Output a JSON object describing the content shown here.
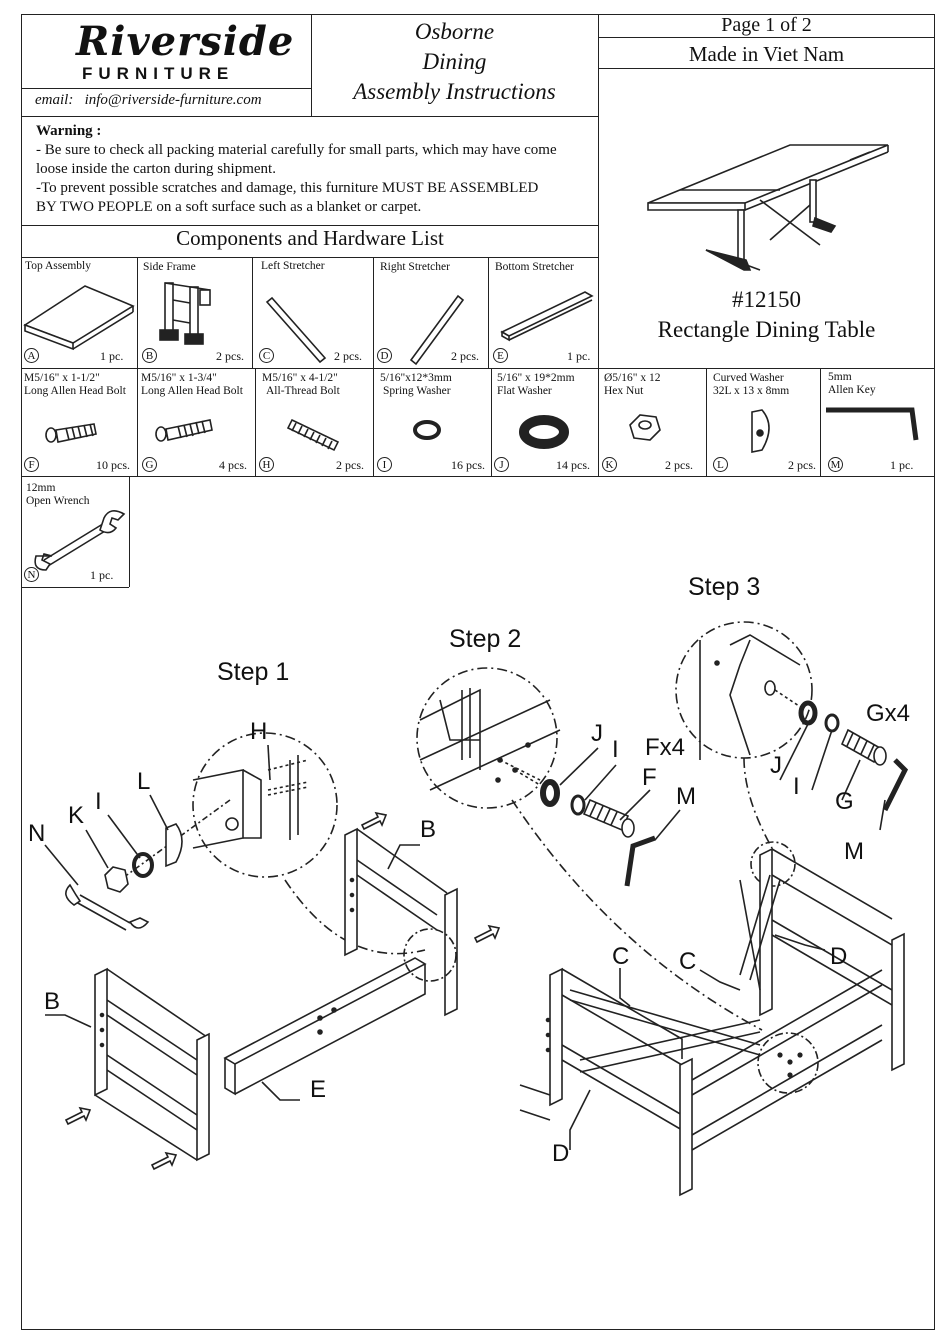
{
  "header": {
    "logo_main": "Riverside",
    "logo_sub": "FURNITURE",
    "email_label": "email:",
    "email": "info@riverside-furniture.com",
    "title_lines": [
      "Osborne",
      "Dining",
      "Assembly Instructions"
    ],
    "page": "Page 1 of 2",
    "made_in": "Made in Viet Nam"
  },
  "warning": {
    "heading": "Warning :",
    "lines": [
      "- Be sure to check all packing material carefully for small parts, which may have come",
      "loose inside the carton during shipment.",
      "-To prevent possible scratches and damage, this furniture MUST BE ASSEMBLED",
      "BY TWO PEOPLE on a soft surface such as a blanket or carpet."
    ]
  },
  "product": {
    "number": "#12150",
    "name": "Rectangle Dining Table"
  },
  "components_title": "Components and Hardware List",
  "components": [
    {
      "letter": "A",
      "name": "Top Assembly",
      "qty": "1 pc."
    },
    {
      "letter": "B",
      "name": "Side Frame",
      "qty": "2 pcs."
    },
    {
      "letter": "C",
      "name": "Left Stretcher",
      "qty": "2 pcs."
    },
    {
      "letter": "D",
      "name": "Right Stretcher",
      "qty": "2 pcs."
    },
    {
      "letter": "E",
      "name": "Bottom Stretcher",
      "qty": "1 pc."
    }
  ],
  "hardware": [
    {
      "letter": "F",
      "line1": "M5/16\" x 1-1/2\"",
      "line2": "Long Allen Head Bolt",
      "qty": "10 pcs."
    },
    {
      "letter": "G",
      "line1": "M5/16\" x 1-3/4\"",
      "line2": "Long Allen Head Bolt",
      "qty": "4 pcs."
    },
    {
      "letter": "H",
      "line1": "M5/16\" x 4-1/2\"",
      "line2": "All-Thread Bolt",
      "qty": "2 pcs."
    },
    {
      "letter": "I",
      "line1": "5/16\"x12*3mm",
      "line2": "Spring Washer",
      "qty": "16 pcs."
    },
    {
      "letter": "J",
      "line1": "5/16\" x 19*2mm",
      "line2": "Flat Washer",
      "qty": "14 pcs."
    },
    {
      "letter": "K",
      "line1": "Ø5/16\" x 12",
      "line2": "Hex Nut",
      "qty": "2 pcs."
    },
    {
      "letter": "L",
      "line1": "Curved Washer",
      "line2": "32L x 13 x 8mm",
      "qty": "2 pcs."
    },
    {
      "letter": "M",
      "line1": "5mm",
      "line2": "Allen Key",
      "qty": "1 pc."
    }
  ],
  "tool": {
    "letter": "N",
    "line1": "12mm",
    "line2": "Open Wrench",
    "qty": "1 pc."
  },
  "steps": {
    "step1": "Step 1",
    "step2": "Step 2",
    "step3": "Step 3"
  },
  "callouts": {
    "step1": [
      "H",
      "L",
      "I",
      "K",
      "N",
      "B",
      "B",
      "E"
    ],
    "step2": [
      "J",
      "I",
      "Fx4",
      "F",
      "M"
    ],
    "step3": [
      "Gx4",
      "J",
      "I",
      "G",
      "M",
      "C",
      "C",
      "D",
      "D"
    ]
  }
}
